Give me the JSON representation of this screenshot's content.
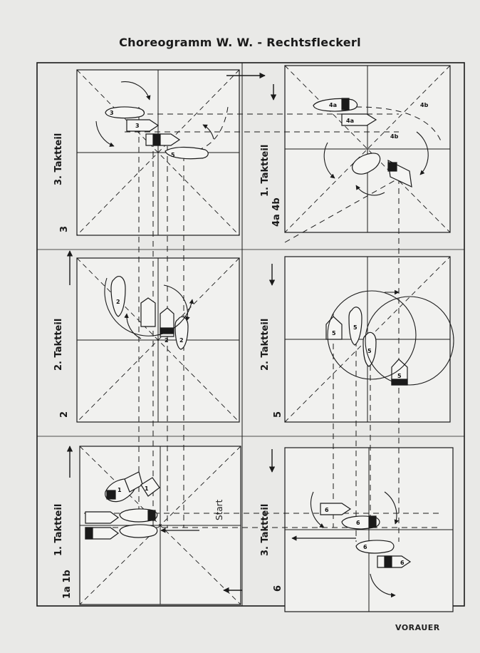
{
  "title": "Choreogramm W. W. - Rechtsfleckerl",
  "footer": "VORAUER",
  "start_label": "Start",
  "panels": [
    {
      "id": "1",
      "label": "1. Taktteil",
      "counts": "1a   1b"
    },
    {
      "id": "2",
      "label": "2. Taktteil",
      "counts": "2"
    },
    {
      "id": "3",
      "label": "3. Taktteil",
      "counts": "3"
    },
    {
      "id": "4",
      "label": "1. Taktteil",
      "counts": "4a   4b"
    },
    {
      "id": "5",
      "label": "2. Taktteil",
      "counts": "5"
    },
    {
      "id": "6",
      "label": "3. Taktteil",
      "counts": "6"
    }
  ],
  "foot_numbers": {
    "one": "1",
    "two": "2",
    "three": "3",
    "four_a": "4a",
    "four_b": "4b",
    "five": "5",
    "six": "6"
  },
  "colors": {
    "ink": "#1a1a1a",
    "paper": "#e9e9e7",
    "paper_light": "#f1f1ef"
  }
}
